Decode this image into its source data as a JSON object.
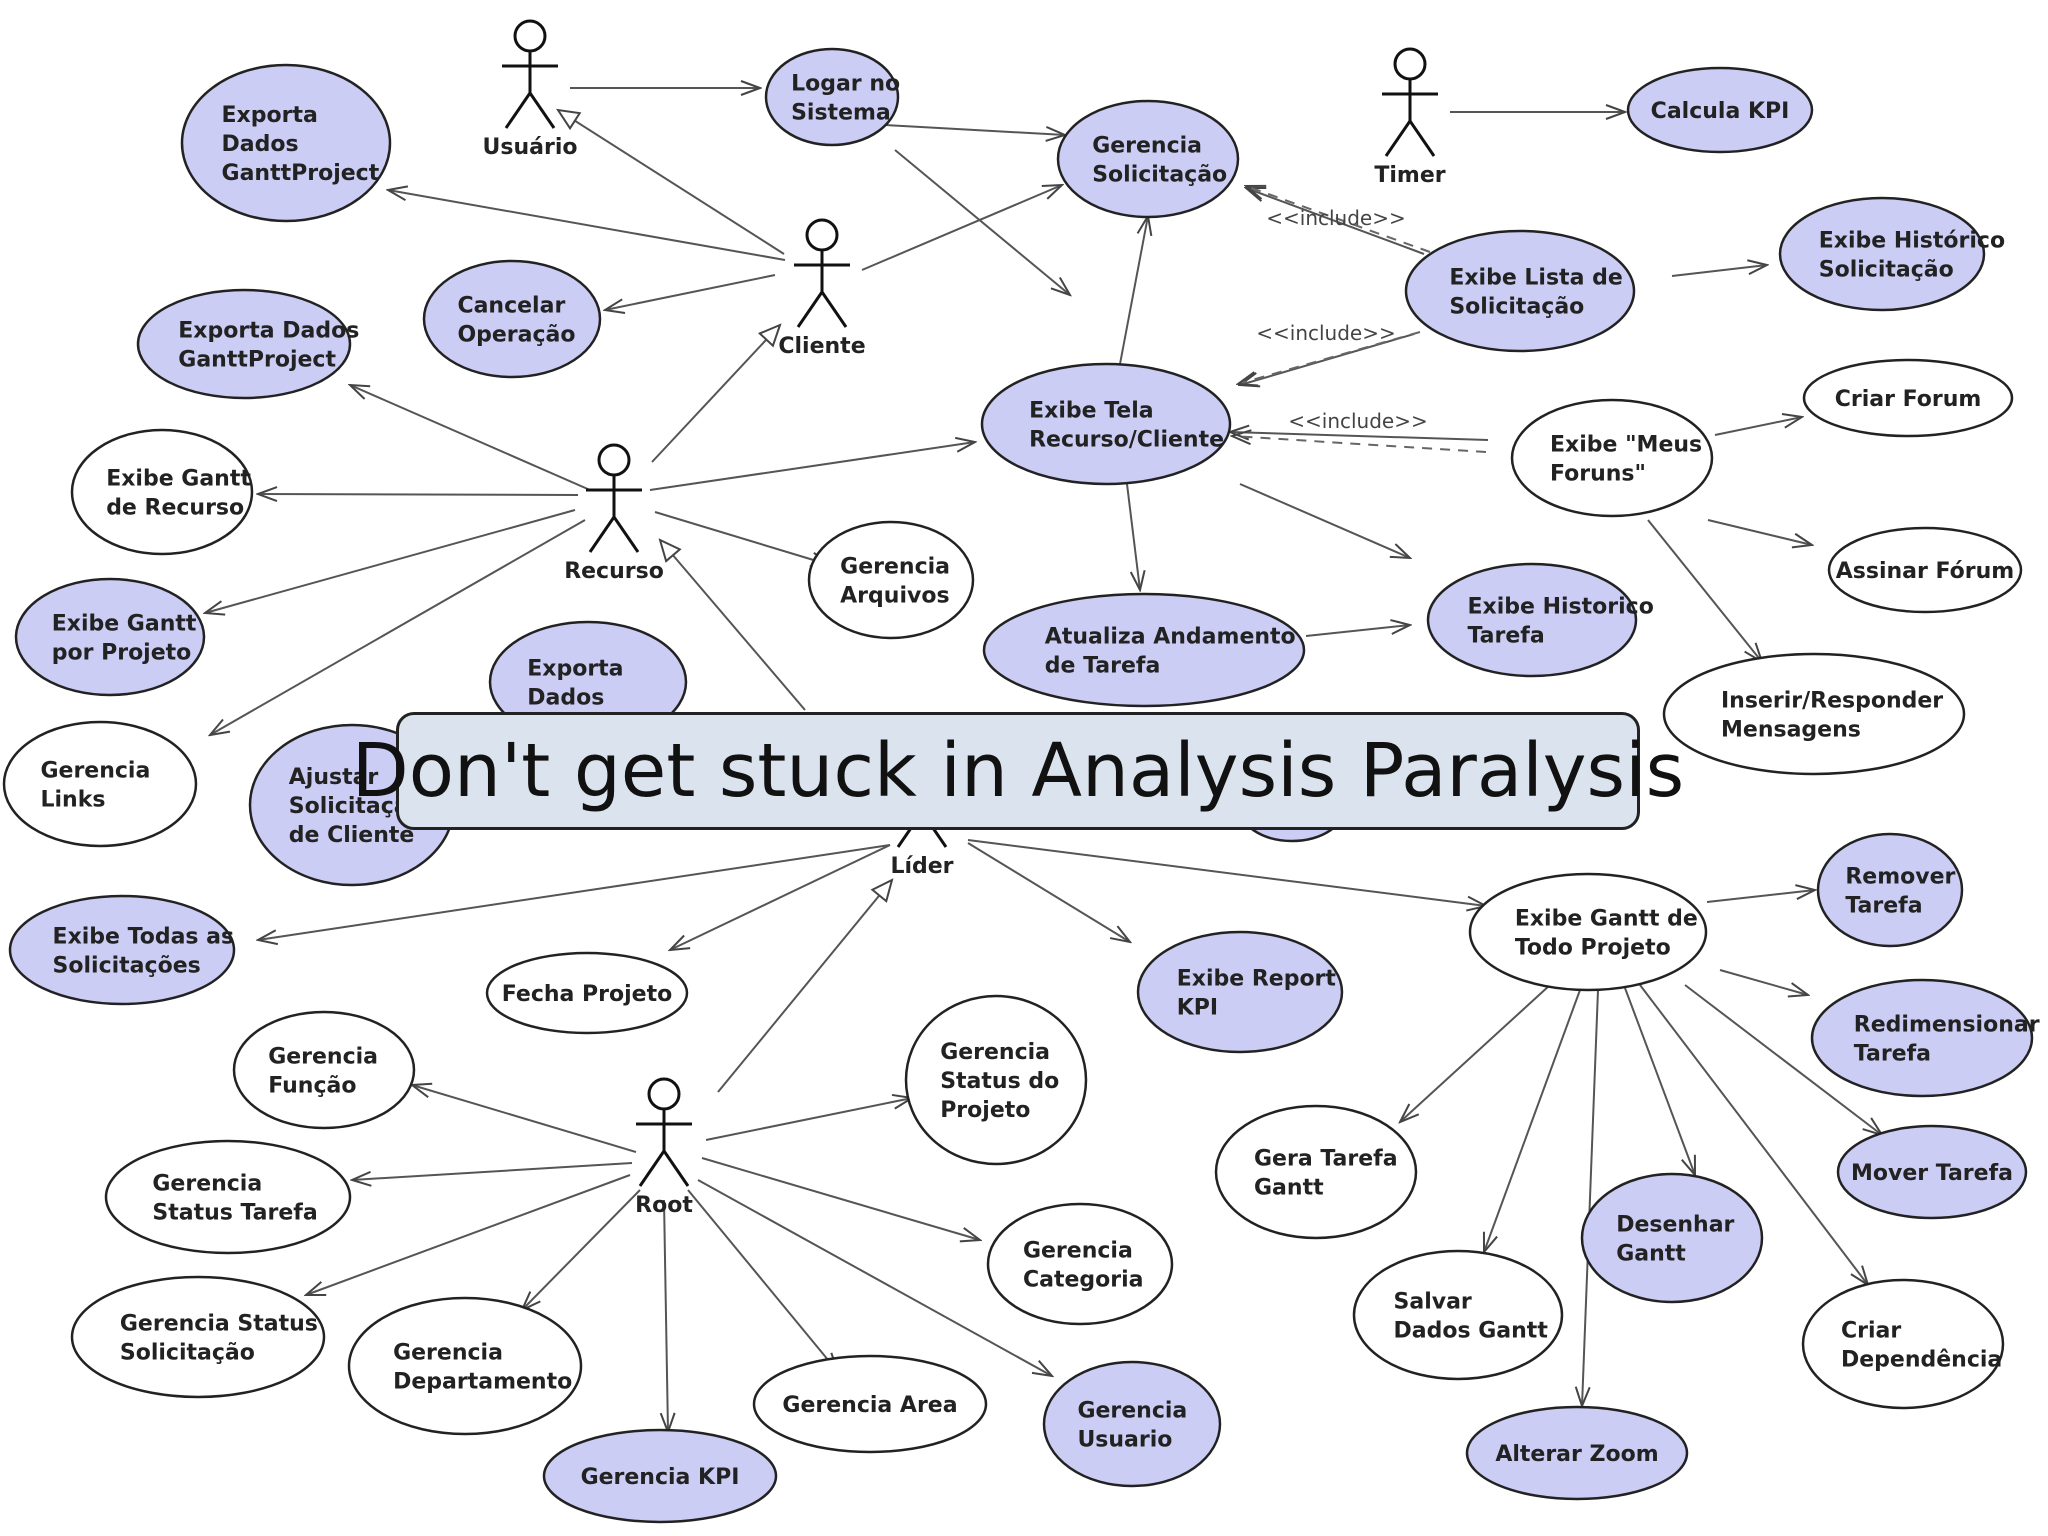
{
  "colors": {
    "shaded": "#cccdf5",
    "plain": "#ffffff",
    "stroke": "#222222",
    "line": "#555555",
    "banner_bg": "#dbe4ee"
  },
  "banner": {
    "text": "Don't get stuck in Analysis Paralysis"
  },
  "include_label": "<<include>>",
  "actors": [
    {
      "id": "usuario",
      "label": "Usuário"
    },
    {
      "id": "cliente",
      "label": "Cliente"
    },
    {
      "id": "recurso",
      "label": "Recurso"
    },
    {
      "id": "timer",
      "label": "Timer"
    },
    {
      "id": "lider",
      "label": "Líder"
    },
    {
      "id": "root",
      "label": "Root"
    }
  ],
  "use_cases": [
    {
      "id": "logar",
      "lines": [
        "Logar no",
        "Sistema"
      ],
      "shaded": true
    },
    {
      "id": "ger_solic",
      "lines": [
        "Gerencia",
        "Solicitação"
      ],
      "shaded": true
    },
    {
      "id": "calc_kpi",
      "lines": [
        "Calcula KPI"
      ],
      "shaded": true
    },
    {
      "id": "exp_gantt1",
      "lines": [
        "Exporta",
        "Dados",
        "GanttProject"
      ],
      "shaded": true
    },
    {
      "id": "cancelar",
      "lines": [
        "Cancelar",
        "Operação"
      ],
      "shaded": true
    },
    {
      "id": "exp_gantt2",
      "lines": [
        "Exporta Dados",
        "GanttProject"
      ],
      "shaded": true
    },
    {
      "id": "lista_solic",
      "lines": [
        "Exibe Lista de",
        "Solicitação"
      ],
      "shaded": true
    },
    {
      "id": "hist_solic",
      "lines": [
        "Exibe Histórico",
        "Solicitação"
      ],
      "shaded": true
    },
    {
      "id": "tela_rec",
      "lines": [
        "Exibe Tela",
        "Recurso/Cliente"
      ],
      "shaded": true
    },
    {
      "id": "criar_forum",
      "lines": [
        "Criar Forum"
      ],
      "shaded": false
    },
    {
      "id": "meus_foruns",
      "lines": [
        "Exibe \"Meus",
        "Foruns\""
      ],
      "shaded": false
    },
    {
      "id": "gantt_rec",
      "lines": [
        "Exibe Gantt",
        "de Recurso"
      ],
      "shaded": false
    },
    {
      "id": "ger_arq",
      "lines": [
        "Gerencia",
        "Arquivos"
      ],
      "shaded": false
    },
    {
      "id": "assinar",
      "lines": [
        "Assinar Fórum"
      ],
      "shaded": false
    },
    {
      "id": "gantt_proj",
      "lines": [
        "Exibe Gantt",
        "por Projeto"
      ],
      "shaded": true
    },
    {
      "id": "exp_dados3",
      "lines": [
        "Exporta",
        "Dados"
      ],
      "shaded": true
    },
    {
      "id": "atualiza",
      "lines": [
        "Atualiza Andamento",
        "de Tarefa"
      ],
      "shaded": true
    },
    {
      "id": "hist_tarefa",
      "lines": [
        "Exibe Historico",
        "Tarefa"
      ],
      "shaded": true
    },
    {
      "id": "inserir",
      "lines": [
        "Inserir/Responder",
        "Mensagens"
      ],
      "shaded": false
    },
    {
      "id": "ger_links",
      "lines": [
        "Gerencia",
        "Links"
      ],
      "shaded": false
    },
    {
      "id": "ajustar",
      "lines": [
        "Ajustar",
        "Solicitaçã",
        "de Cliente"
      ],
      "shaded": true
    },
    {
      "id": "remover",
      "lines": [
        "Remover",
        "Tarefa"
      ],
      "shaded": true
    },
    {
      "id": "todas_solic",
      "lines": [
        "Exibe Todas as",
        "Solicitações"
      ],
      "shaded": true
    },
    {
      "id": "gantt_todo",
      "lines": [
        "Exibe Gantt de",
        "Todo Projeto"
      ],
      "shaded": false
    },
    {
      "id": "fecha",
      "lines": [
        "Fecha Projeto"
      ],
      "shaded": false
    },
    {
      "id": "report_kpi",
      "lines": [
        "Exibe Report",
        "KPI"
      ],
      "shaded": true
    },
    {
      "id": "redim",
      "lines": [
        "Redimensionar",
        "Tarefa"
      ],
      "shaded": true
    },
    {
      "id": "ger_funcao",
      "lines": [
        "Gerencia",
        "Função"
      ],
      "shaded": false
    },
    {
      "id": "ger_status_proj",
      "lines": [
        "Gerencia",
        "Status do",
        "Projeto"
      ],
      "shaded": false
    },
    {
      "id": "mover",
      "lines": [
        "Mover Tarefa"
      ],
      "shaded": true
    },
    {
      "id": "ger_status_tar",
      "lines": [
        "Gerencia",
        "Status Tarefa"
      ],
      "shaded": false
    },
    {
      "id": "gera_tarefa",
      "lines": [
        "Gera Tarefa",
        "Gantt"
      ],
      "shaded": false
    },
    {
      "id": "desenhar",
      "lines": [
        "Desenhar",
        "Gantt"
      ],
      "shaded": true
    },
    {
      "id": "ger_categoria",
      "lines": [
        "Gerencia",
        "Categoria"
      ],
      "shaded": false
    },
    {
      "id": "ger_status_sol",
      "lines": [
        "Gerencia Status",
        "Solicitação"
      ],
      "shaded": false
    },
    {
      "id": "salvar",
      "lines": [
        "Salvar",
        "Dados Gantt"
      ],
      "shaded": false
    },
    {
      "id": "criar_dep",
      "lines": [
        "Criar",
        "Dependência"
      ],
      "shaded": false
    },
    {
      "id": "ger_depto",
      "lines": [
        "Gerencia",
        "Departamento"
      ],
      "shaded": false
    },
    {
      "id": "ger_area",
      "lines": [
        "Gerencia Area"
      ],
      "shaded": false
    },
    {
      "id": "ger_usuario",
      "lines": [
        "Gerencia",
        "Usuario"
      ],
      "shaded": true
    },
    {
      "id": "ger_kpi",
      "lines": [
        "Gerencia KPI"
      ],
      "shaded": true
    },
    {
      "id": "alterar_zoom",
      "lines": [
        "Alterar Zoom"
      ],
      "shaded": true
    },
    {
      "id": "hidden_a",
      "lines": [],
      "shaded": true
    }
  ]
}
